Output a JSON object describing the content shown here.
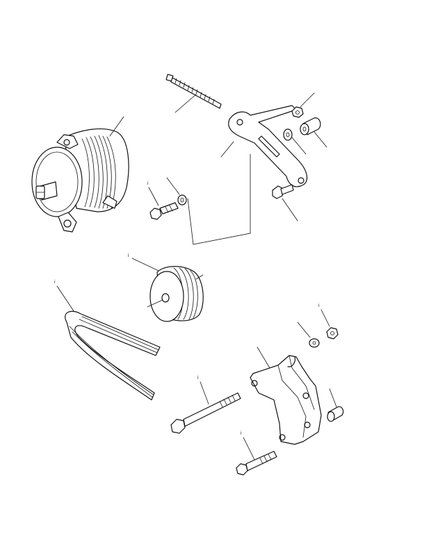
{
  "labels": {
    "alternator": "",
    "alt_bolt": "i",
    "alt_washer": "",
    "adjusting_bolt": "",
    "adjusting_strap": "",
    "strap_nut": "",
    "strap_washer": "",
    "strap_spacer": "",
    "strap_capscrew": "",
    "pulley": "i",
    "pulley_nut": "",
    "drive_belt": "i",
    "bracket_nut": "i",
    "bracket_washer": "",
    "mounting_bracket": "",
    "long_bolt": "i",
    "short_bolt": "i",
    "bracket_bushing": ""
  },
  "colors": {
    "ink": "#111111",
    "paper": "#ffffff"
  }
}
